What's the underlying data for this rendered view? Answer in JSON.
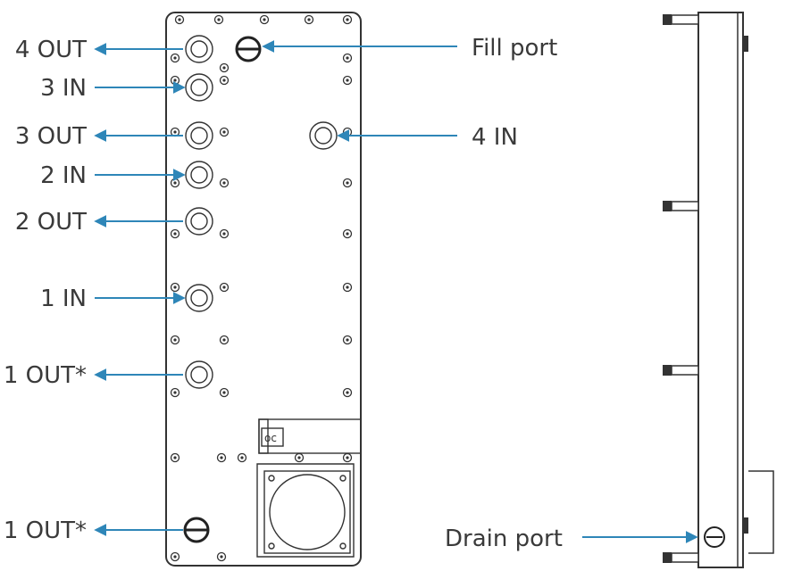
{
  "labels": {
    "out4": "4 OUT",
    "in3": "3 IN",
    "out3": "3 OUT",
    "in2": "2 IN",
    "out2": "2 OUT",
    "in1": "1 IN",
    "out1_upper": "1 OUT*",
    "out1_lower": "1 OUT*",
    "fill_port": "Fill port",
    "in4": "4 IN",
    "drain_port": "Drain port"
  },
  "colors": {
    "arrow": "#2e86b8",
    "line": "#333333",
    "text": "#3a3a3a"
  }
}
